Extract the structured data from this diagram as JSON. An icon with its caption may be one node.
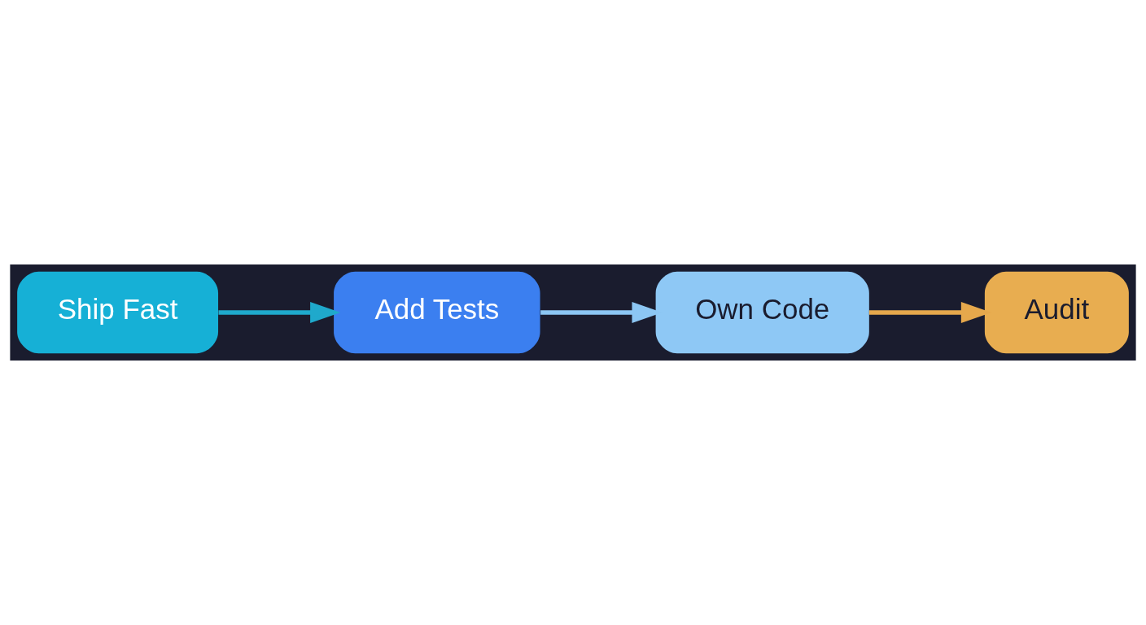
{
  "diagram": {
    "nodes": [
      {
        "text": [
          "Ship Fast"
        ]
      },
      {
        "text": [
          "Add Tests"
        ]
      },
      {
        "text": [
          "Own Code"
        ]
      },
      {
        "text": [
          "Audit"
        ]
      }
    ],
    "edges": [
      {
        "from": 0,
        "to": 1,
        "arrow": "to",
        "color": "#1fa9cc"
      },
      {
        "from": 1,
        "to": 2,
        "arrow": "to",
        "color": "#8cc6f3"
      },
      {
        "from": 2,
        "to": 3,
        "arrow": "to",
        "color": "#e6a84c"
      }
    ]
  }
}
